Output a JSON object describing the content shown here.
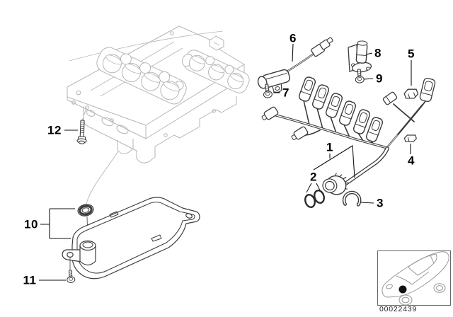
{
  "diagram": {
    "description": "Transmission control unit, wiring harness and oil filter exploded parts diagram",
    "callouts": [
      {
        "id": 1,
        "label": "1"
      },
      {
        "id": 2,
        "label": "2"
      },
      {
        "id": 3,
        "label": "3"
      },
      {
        "id": 4,
        "label": "4"
      },
      {
        "id": 5,
        "label": "5"
      },
      {
        "id": 6,
        "label": "6"
      },
      {
        "id": 7,
        "label": "7"
      },
      {
        "id": 8,
        "label": "8"
      },
      {
        "id": 9,
        "label": "9"
      },
      {
        "id": 10,
        "label": "10"
      },
      {
        "id": 11,
        "label": "11"
      },
      {
        "id": 12,
        "label": "12"
      }
    ],
    "thumbnail": {
      "drawing_number": "00022439"
    },
    "colors": {
      "background": "#ffffff",
      "primary_line": "#3b3b3b",
      "secondary_line": "#b5b5b5",
      "callout_text": "#000000",
      "location_dot": "#111111"
    }
  }
}
